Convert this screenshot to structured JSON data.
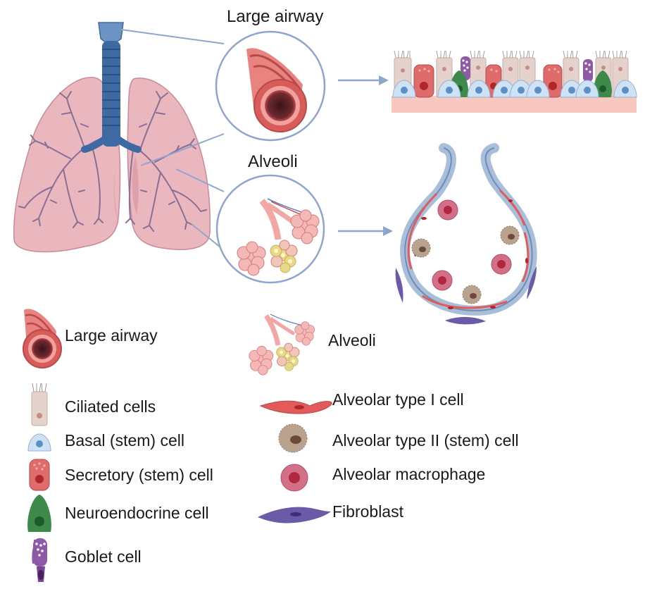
{
  "labels": {
    "large_airway_top": "Large airway",
    "alveoli_top": "Alveoli"
  },
  "legend": {
    "large_airway": "Large airway",
    "alveoli": "Alveoli",
    "ciliated": "Ciliated cells",
    "basal": "Basal (stem) cell",
    "secretory": "Secretory (stem) cell",
    "neuroendocrine": "Neuroendocrine cell",
    "goblet": "Goblet cell",
    "at1": "Alveolar type I cell",
    "at2": "Alveolar type II (stem) cell",
    "macrophage": "Alveolar macrophage",
    "fibroblast": "Fibroblast"
  },
  "colors": {
    "lung": "#e9b3bc",
    "lung_stroke": "#c98a96",
    "airway_tree": "#8a6f94",
    "trachea": "#3e6aa3",
    "callout": "#8fa6cc",
    "airway_red": "#d85c5a",
    "airway_dark": "#4a1f24",
    "ciliated": "#e6d2cc",
    "basal": "#cfe2f3",
    "secretory": "#e06b6b",
    "neuroendocrine": "#3e8a4a",
    "goblet": "#8e5aa5",
    "at1": "#e35a5a",
    "at2": "#b9a28e",
    "macrophage": "#d36f88",
    "fibroblast": "#6a5aa8",
    "alveolus_wall": "#a9bed8"
  }
}
